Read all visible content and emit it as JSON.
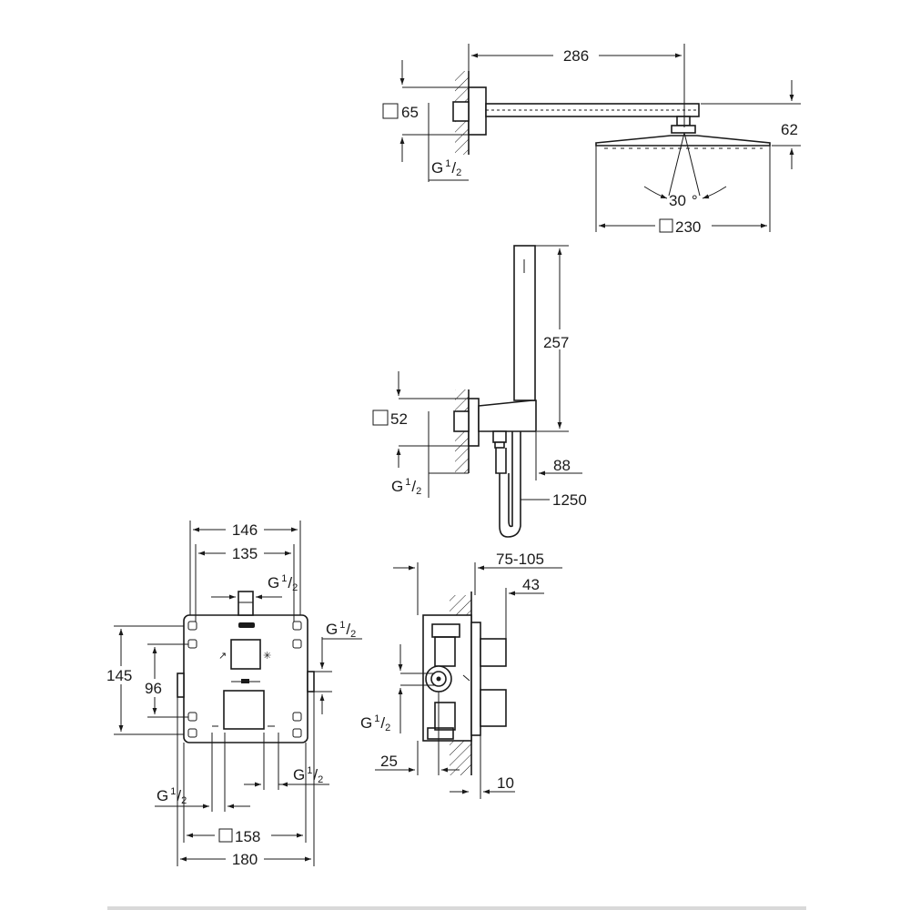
{
  "head_shower": {
    "arm_length": "286",
    "flange": "65",
    "head_height": "62",
    "angle_value": "30",
    "angle_unit": "°",
    "head_size": "230",
    "thread_main": "G",
    "thread_num": "1",
    "thread_den": "2"
  },
  "hand_shower": {
    "height": "257",
    "flange": "52",
    "depth": "88",
    "hose_length": "1250",
    "thread_main": "G",
    "thread_num": "1",
    "thread_den": "2"
  },
  "front_view": {
    "width_outer": "146",
    "width_inner": "135",
    "height_outer": "145",
    "height_inner": "96",
    "plate": "158",
    "total_width": "180",
    "thread_main": "G",
    "thread_num": "1",
    "thread_den": "2"
  },
  "side_view": {
    "wall_range": "75-105",
    "projection": "43",
    "inlet": "25",
    "plate_depth": "10",
    "thread_main": "G",
    "thread_num": "1",
    "thread_den": "2"
  }
}
